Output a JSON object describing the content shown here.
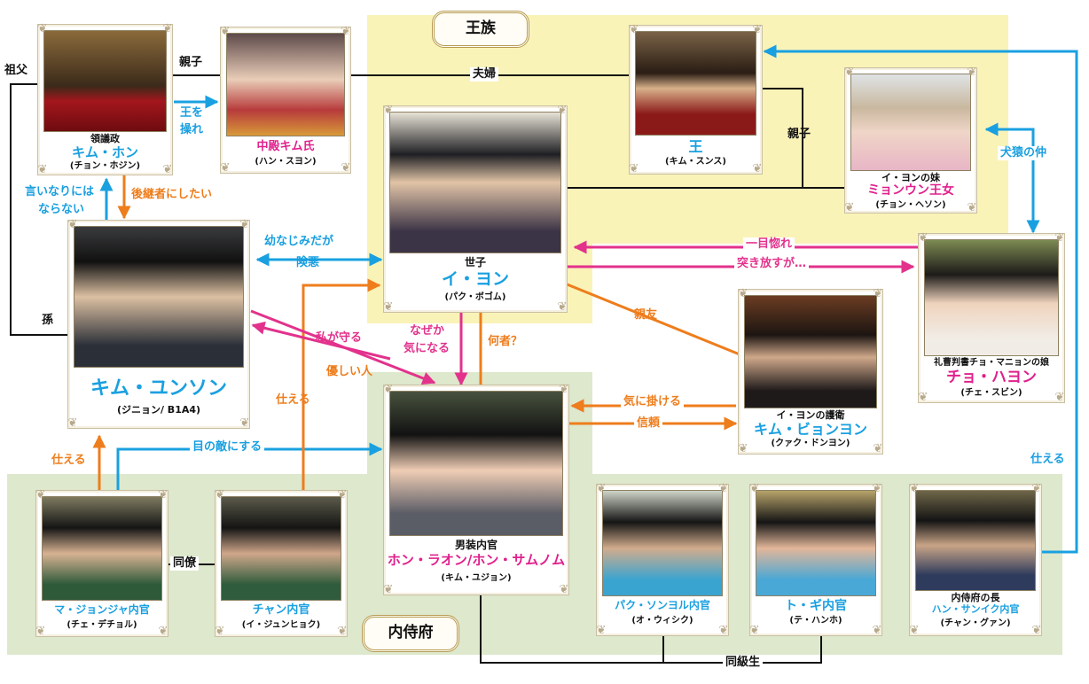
{
  "groups": {
    "royal": "王族",
    "naishifu": "内侍府"
  },
  "characters": {
    "kim_hon": {
      "role": "領議政",
      "name": "キム・ホン",
      "actor": "(チョン・ホジン)"
    },
    "queen": {
      "role": "",
      "name": "中殿キム氏",
      "actor": "(ハン・スヨン)"
    },
    "king": {
      "role": "",
      "name": "王",
      "actor": "(キム・スンス)"
    },
    "myeongeun": {
      "role": "イ・ヨンの妹",
      "name": "ミョンウン王女",
      "actor": "(チョン・ヘソン)"
    },
    "crown_prince": {
      "role": "世子",
      "name": "イ・ヨン",
      "actor": "(パク・ボゴム)"
    },
    "yunseong": {
      "role": "",
      "name": "キム・ユンソン",
      "actor": "(ジニョン/ B1A4)"
    },
    "hayeon": {
      "role": "礼曹判書チョ・マニョンの娘",
      "name": "チョ・ハヨン",
      "actor": "(チェ・スビン)"
    },
    "byeongyeon": {
      "role": "イ・ヨンの護衛",
      "name": "キム・ビョンヨン",
      "actor": "(クァク・ドンヨン)"
    },
    "raon": {
      "role": "男装内官",
      "name": "ホン・ラオン/ホン・サムノム",
      "actor": "(キム・ユジョン)"
    },
    "ma_jeongja": {
      "role": "",
      "name": "マ・ジョンジャ内官",
      "actor": "(チェ・デチョル)"
    },
    "jang": {
      "role": "",
      "name": "チャン内官",
      "actor": "(イ・ジュンヒョク)"
    },
    "park_sonyeol": {
      "role": "",
      "name": "パク・ソンヨル内官",
      "actor": "(オ・ウィシク)"
    },
    "do_gi": {
      "role": "",
      "name": "ト・ギ内官",
      "actor": "(テ・ハンホ)"
    },
    "han_sanik": {
      "role": "内侍府の長",
      "name": "ハン・サンイク内官",
      "actor": "(チャン・グァン)"
    }
  },
  "relations": {
    "parent_child_1": "親子",
    "rule_king": [
      "王を",
      "操れ"
    ],
    "married": "夫婦",
    "parent_child_2": "親子",
    "grandfather": "祖父",
    "grandson": "孫",
    "not_obedient": [
      "言いなりには",
      "ならない"
    ],
    "successor": "後継者にしたい",
    "childhood": [
      "幼なじみだが",
      "険悪"
    ],
    "cat_dog": "犬猿の仲",
    "love_first_sight": "一目惚れ",
    "push_away": "突き放すが…",
    "protect": "私が守る",
    "kind_person": "優しい人",
    "why_curious": [
      "なぜか",
      "気になる"
    ],
    "who": "何者？",
    "best_friend": "親友",
    "serve_1": "仕える",
    "concern": "気に掛ける",
    "trust": "信頼",
    "enemy": "目の敵にする",
    "serve_2": "仕える",
    "serve_3": "仕える",
    "colleague": "同僚",
    "classmates": "同級生"
  },
  "colors": {
    "blue": "#1aa0e0",
    "orange": "#ee7d1c",
    "pink": "#e2328c",
    "royal_zone": "#faf3b8",
    "naishifu_zone": "#dde8cc"
  }
}
